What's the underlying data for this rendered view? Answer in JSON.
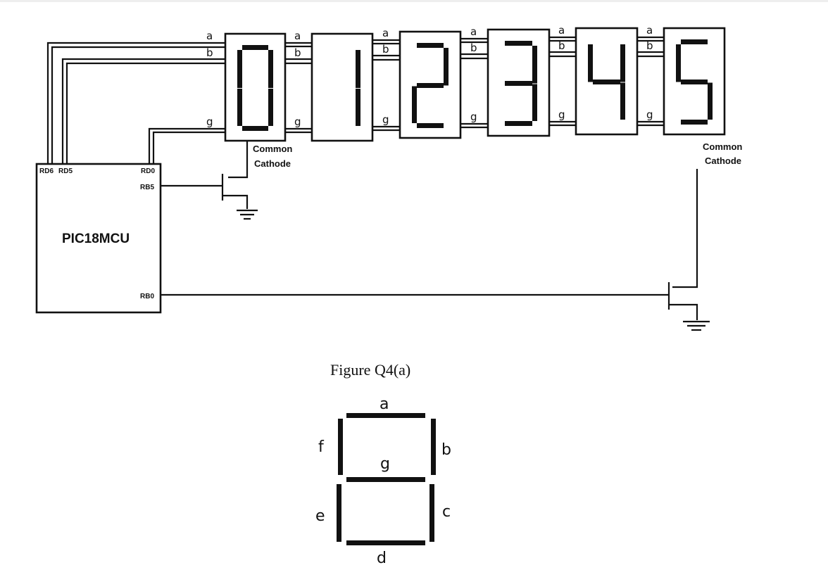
{
  "colors": {
    "ink": "#111111",
    "background": "#ffffff"
  },
  "mcu": {
    "name": "PIC18MCU",
    "pins": {
      "rd6": "RD6",
      "rd5": "RD5",
      "rd0": "RD0",
      "rb5": "RB5",
      "rb0": "RB0"
    }
  },
  "segment_labels": {
    "a": "a",
    "b": "b",
    "g": "g"
  },
  "displays": [
    {
      "digit": "0",
      "segments": [
        "a",
        "b",
        "c",
        "d",
        "e",
        "f"
      ]
    },
    {
      "digit": "1",
      "segments": [
        "b",
        "c"
      ]
    },
    {
      "digit": "2",
      "segments": [
        "a",
        "b",
        "g",
        "e",
        "d"
      ]
    },
    {
      "digit": "3",
      "segments": [
        "a",
        "b",
        "g",
        "c",
        "d"
      ]
    },
    {
      "digit": "4",
      "segments": [
        "f",
        "g",
        "b",
        "c"
      ]
    },
    {
      "digit": "5",
      "segments": [
        "a",
        "f",
        "g",
        "c",
        "d"
      ]
    }
  ],
  "common_cathode": {
    "line1": "Common",
    "line2": "Cathode"
  },
  "figure_caption": "Figure Q4(a)",
  "segment_diagram": {
    "a": "a",
    "b": "b",
    "c": "c",
    "d": "d",
    "e": "e",
    "f": "f",
    "g": "g"
  }
}
